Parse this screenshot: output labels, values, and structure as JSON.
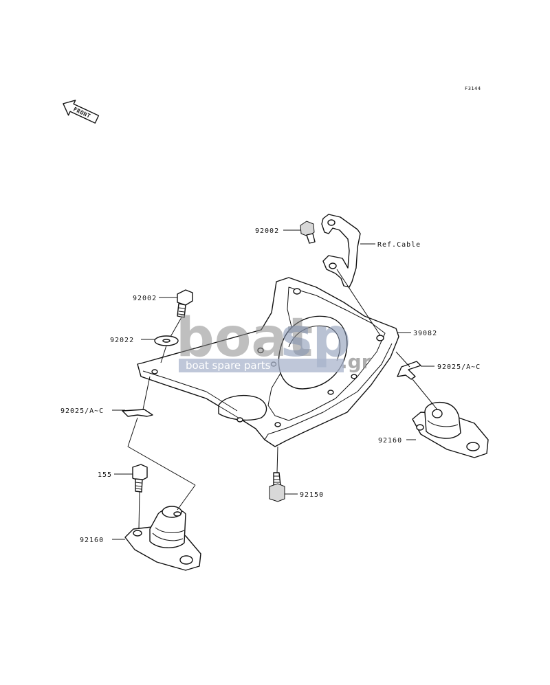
{
  "figure_code": "F3144",
  "front_label": "FRONT",
  "watermark": {
    "brand_a": "boat",
    "brand_b": "sp",
    "suffix": ".gr",
    "tagline": "boat spare parts"
  },
  "callouts": {
    "bolt_top": "92002",
    "ref_cable": "Ref.Cable",
    "bolt_left": "92002",
    "washer": "92022",
    "plate": "39082",
    "clip_right": "92025/A~C",
    "clip_left": "92025/A~C",
    "mount_right": "92160",
    "bolt_155": "155",
    "bolt_92150": "92150",
    "mount_left": "92160"
  },
  "colors": {
    "line": "#111111",
    "watermark_gray": "#8a8a8a",
    "watermark_blue": "#7f8fae"
  }
}
